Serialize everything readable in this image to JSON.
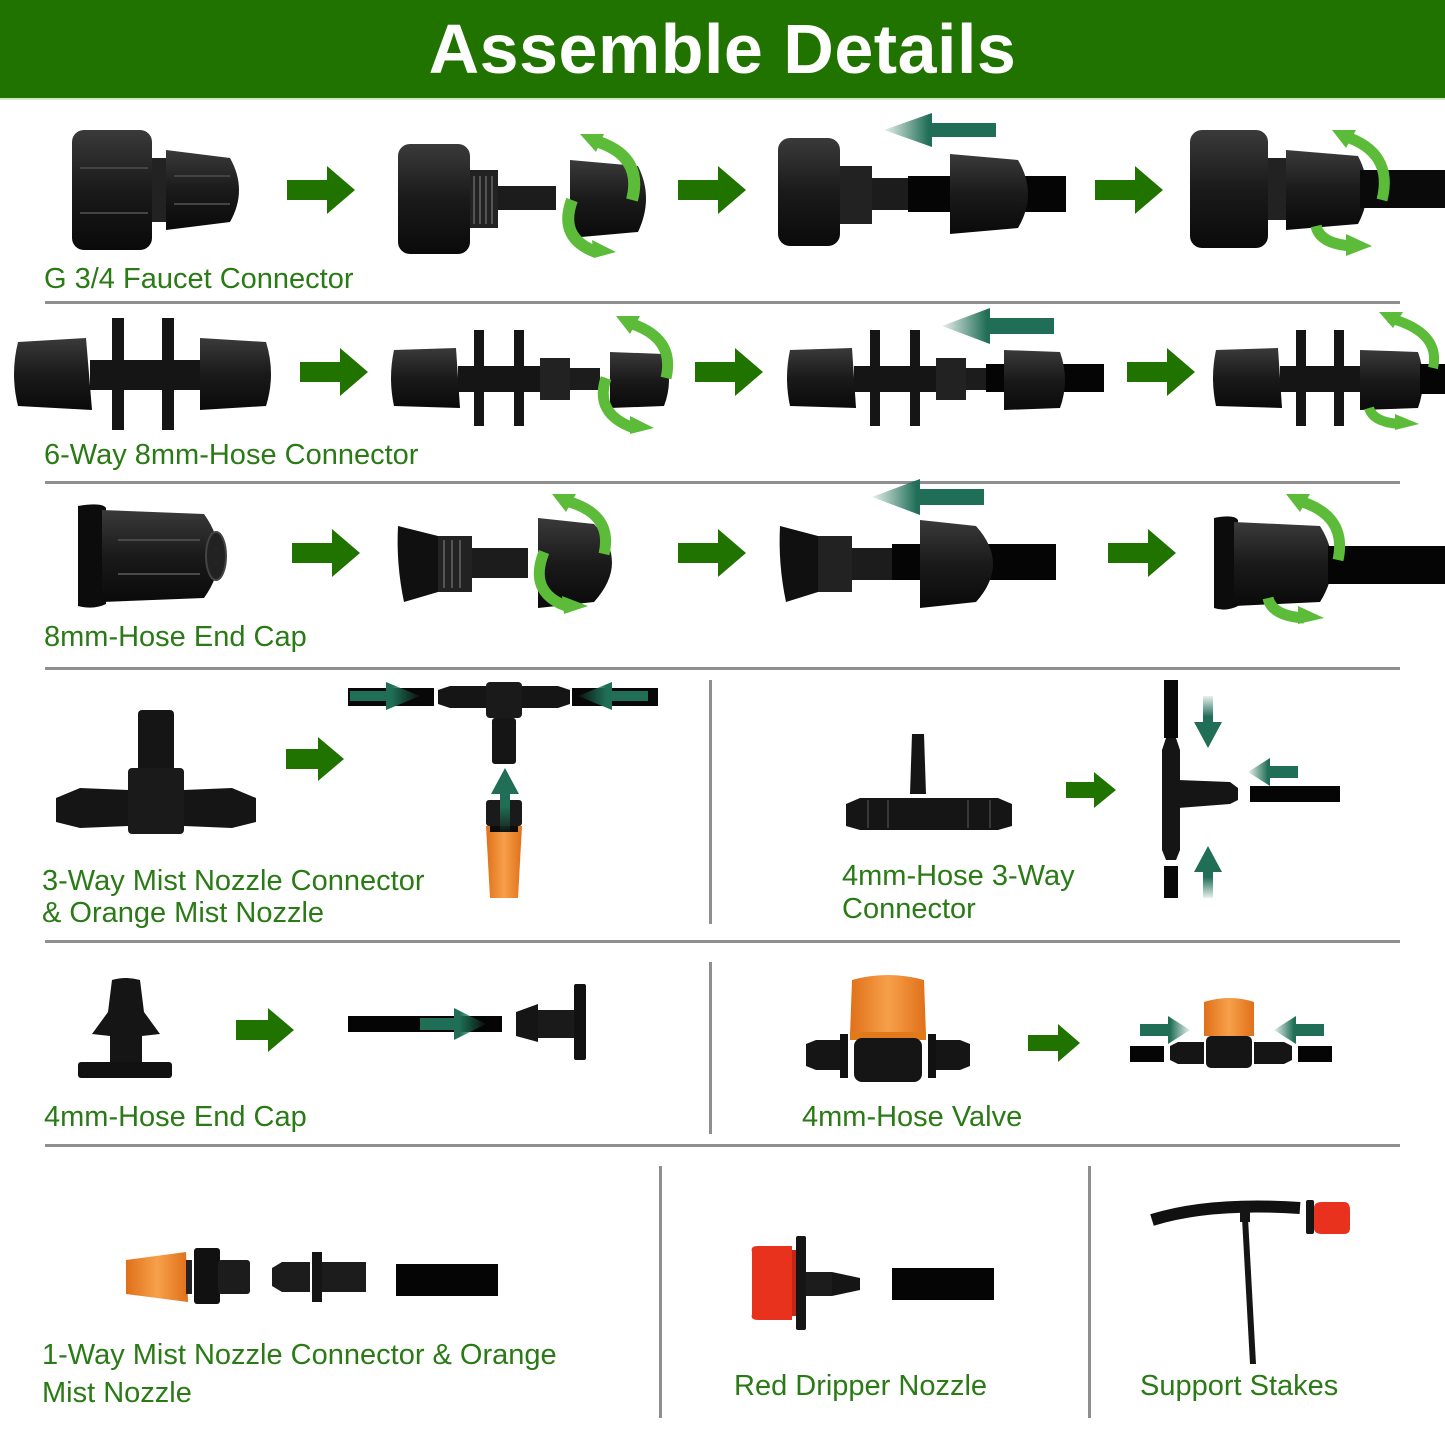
{
  "header": {
    "title": "Assemble Details",
    "background_color": "#217300"
  },
  "colors": {
    "label_text": "#2a7a16",
    "step_arrow": "#217300",
    "insert_arrow": "#1f6e55",
    "rotate_arrow": "#5dbb3a",
    "part_black": "#111111",
    "orange": "#f08a24",
    "red": "#e8321e",
    "divider": "#8f8f8f"
  },
  "sections": [
    {
      "id": "faucet-connector",
      "label": "G 3/4 Faucet Connector",
      "steps": 4,
      "icons": [
        "step-arrow-icon",
        "rotate-arrow-icon",
        "insert-arrow-icon"
      ]
    },
    {
      "id": "six-way-connector",
      "label": "6-Way 8mm-Hose Connector",
      "steps": 4,
      "icons": [
        "step-arrow-icon",
        "rotate-arrow-icon",
        "insert-arrow-icon"
      ]
    },
    {
      "id": "end-cap-8mm",
      "label": "8mm-Hose End Cap",
      "steps": 4,
      "icons": [
        "step-arrow-icon",
        "rotate-arrow-icon",
        "insert-arrow-icon"
      ]
    },
    {
      "id": "three-way-mist",
      "label_line1": "3-Way Mist Nozzle Connector",
      "label_line2": "& Orange Mist Nozzle"
    },
    {
      "id": "three-way-4mm",
      "label_line1": "4mm-Hose 3-Way",
      "label_line2": "Connector"
    },
    {
      "id": "end-cap-4mm",
      "label": "4mm-Hose End Cap"
    },
    {
      "id": "valve-4mm",
      "label": "4mm-Hose Valve"
    },
    {
      "id": "one-way-mist",
      "label_line1": "1-Way Mist Nozzle Connector & Orange",
      "label_line2": "Mist Nozzle"
    },
    {
      "id": "red-dripper",
      "label": "Red Dripper Nozzle"
    },
    {
      "id": "support-stakes",
      "label": "Support Stakes"
    }
  ]
}
